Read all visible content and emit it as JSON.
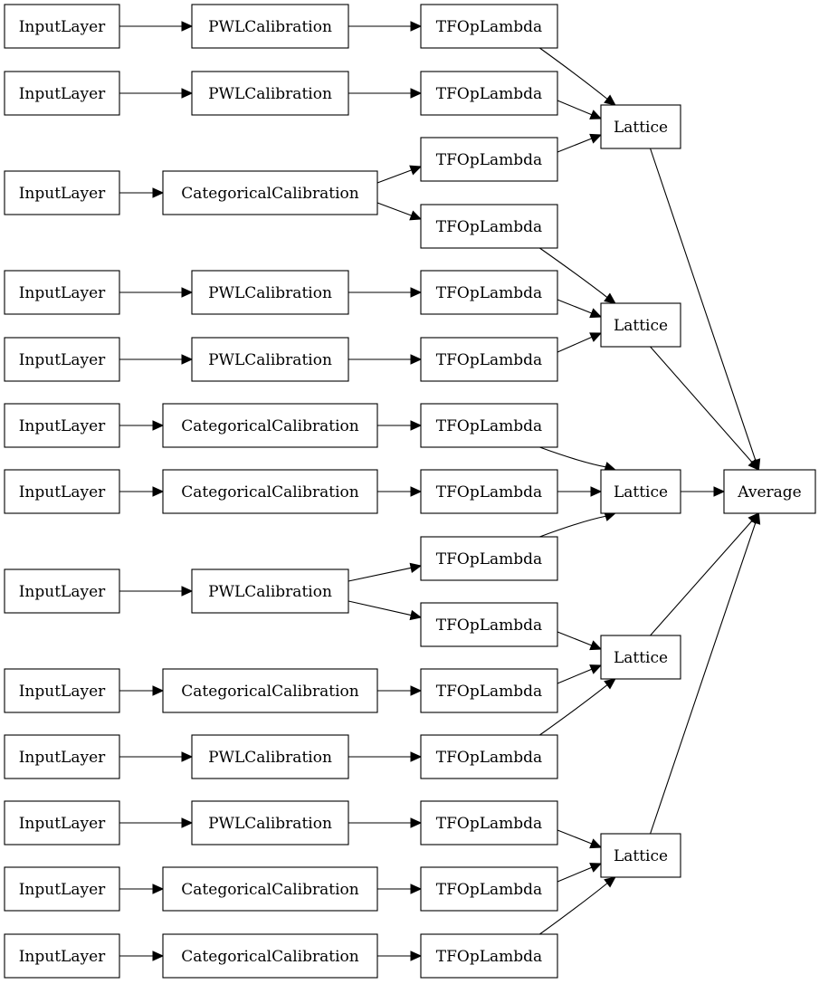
{
  "diagram": {
    "nodes": [
      {
        "id": "input_0",
        "label": "InputLayer"
      },
      {
        "id": "input_1",
        "label": "InputLayer"
      },
      {
        "id": "input_2",
        "label": "InputLayer"
      },
      {
        "id": "input_3",
        "label": "InputLayer"
      },
      {
        "id": "input_4",
        "label": "InputLayer"
      },
      {
        "id": "input_5",
        "label": "InputLayer"
      },
      {
        "id": "input_6",
        "label": "InputLayer"
      },
      {
        "id": "input_7",
        "label": "InputLayer"
      },
      {
        "id": "input_8",
        "label": "InputLayer"
      },
      {
        "id": "input_9",
        "label": "InputLayer"
      },
      {
        "id": "input_10",
        "label": "InputLayer"
      },
      {
        "id": "input_11",
        "label": "InputLayer"
      },
      {
        "id": "input_12",
        "label": "InputLayer"
      },
      {
        "id": "calib_0",
        "label": "PWLCalibration"
      },
      {
        "id": "calib_1",
        "label": "PWLCalibration"
      },
      {
        "id": "calib_2",
        "label": "CategoricalCalibration"
      },
      {
        "id": "calib_3",
        "label": "PWLCalibration"
      },
      {
        "id": "calib_4",
        "label": "PWLCalibration"
      },
      {
        "id": "calib_5",
        "label": "CategoricalCalibration"
      },
      {
        "id": "calib_6",
        "label": "CategoricalCalibration"
      },
      {
        "id": "calib_7",
        "label": "PWLCalibration"
      },
      {
        "id": "calib_8",
        "label": "CategoricalCalibration"
      },
      {
        "id": "calib_9",
        "label": "PWLCalibration"
      },
      {
        "id": "calib_10",
        "label": "PWLCalibration"
      },
      {
        "id": "calib_11",
        "label": "CategoricalCalibration"
      },
      {
        "id": "calib_12",
        "label": "CategoricalCalibration"
      },
      {
        "id": "tfop_0",
        "label": "TFOpLambda"
      },
      {
        "id": "tfop_1",
        "label": "TFOpLambda"
      },
      {
        "id": "tfop_2",
        "label": "TFOpLambda"
      },
      {
        "id": "tfop_3",
        "label": "TFOpLambda"
      },
      {
        "id": "tfop_4",
        "label": "TFOpLambda"
      },
      {
        "id": "tfop_5",
        "label": "TFOpLambda"
      },
      {
        "id": "tfop_6",
        "label": "TFOpLambda"
      },
      {
        "id": "tfop_7",
        "label": "TFOpLambda"
      },
      {
        "id": "tfop_8",
        "label": "TFOpLambda"
      },
      {
        "id": "tfop_9",
        "label": "TFOpLambda"
      },
      {
        "id": "tfop_10",
        "label": "TFOpLambda"
      },
      {
        "id": "tfop_11",
        "label": "TFOpLambda"
      },
      {
        "id": "tfop_12",
        "label": "TFOpLambda"
      },
      {
        "id": "tfop_13",
        "label": "TFOpLambda"
      },
      {
        "id": "tfop_14",
        "label": "TFOpLambda"
      },
      {
        "id": "lattice_0",
        "label": "Lattice"
      },
      {
        "id": "lattice_1",
        "label": "Lattice"
      },
      {
        "id": "lattice_2",
        "label": "Lattice"
      },
      {
        "id": "lattice_3",
        "label": "Lattice"
      },
      {
        "id": "lattice_4",
        "label": "Lattice"
      },
      {
        "id": "average",
        "label": "Average"
      }
    ],
    "edges": [
      {
        "from": "input_0",
        "to": "calib_0"
      },
      {
        "from": "input_1",
        "to": "calib_1"
      },
      {
        "from": "input_2",
        "to": "calib_2"
      },
      {
        "from": "input_3",
        "to": "calib_3"
      },
      {
        "from": "input_4",
        "to": "calib_4"
      },
      {
        "from": "input_5",
        "to": "calib_5"
      },
      {
        "from": "input_6",
        "to": "calib_6"
      },
      {
        "from": "input_7",
        "to": "calib_7"
      },
      {
        "from": "input_8",
        "to": "calib_8"
      },
      {
        "from": "input_9",
        "to": "calib_9"
      },
      {
        "from": "input_10",
        "to": "calib_10"
      },
      {
        "from": "input_11",
        "to": "calib_11"
      },
      {
        "from": "input_12",
        "to": "calib_12"
      },
      {
        "from": "calib_0",
        "to": "tfop_0"
      },
      {
        "from": "calib_1",
        "to": "tfop_1"
      },
      {
        "from": "calib_2",
        "to": "tfop_2"
      },
      {
        "from": "calib_2",
        "to": "tfop_3"
      },
      {
        "from": "calib_3",
        "to": "tfop_4"
      },
      {
        "from": "calib_4",
        "to": "tfop_5"
      },
      {
        "from": "calib_5",
        "to": "tfop_6"
      },
      {
        "from": "calib_6",
        "to": "tfop_7"
      },
      {
        "from": "calib_7",
        "to": "tfop_8"
      },
      {
        "from": "calib_7",
        "to": "tfop_9"
      },
      {
        "from": "calib_8",
        "to": "tfop_10"
      },
      {
        "from": "calib_9",
        "to": "tfop_11"
      },
      {
        "from": "calib_10",
        "to": "tfop_12"
      },
      {
        "from": "calib_11",
        "to": "tfop_13"
      },
      {
        "from": "calib_12",
        "to": "tfop_14"
      },
      {
        "from": "tfop_0",
        "to": "lattice_0"
      },
      {
        "from": "tfop_1",
        "to": "lattice_0"
      },
      {
        "from": "tfop_2",
        "to": "lattice_0"
      },
      {
        "from": "tfop_3",
        "to": "lattice_1"
      },
      {
        "from": "tfop_4",
        "to": "lattice_1"
      },
      {
        "from": "tfop_5",
        "to": "lattice_1"
      },
      {
        "from": "tfop_6",
        "to": "lattice_2"
      },
      {
        "from": "tfop_7",
        "to": "lattice_2"
      },
      {
        "from": "tfop_8",
        "to": "lattice_2"
      },
      {
        "from": "tfop_9",
        "to": "lattice_3"
      },
      {
        "from": "tfop_10",
        "to": "lattice_3"
      },
      {
        "from": "tfop_11",
        "to": "lattice_3"
      },
      {
        "from": "tfop_12",
        "to": "lattice_4"
      },
      {
        "from": "tfop_13",
        "to": "lattice_4"
      },
      {
        "from": "tfop_14",
        "to": "lattice_4"
      },
      {
        "from": "lattice_0",
        "to": "average"
      },
      {
        "from": "lattice_1",
        "to": "average"
      },
      {
        "from": "lattice_2",
        "to": "average"
      },
      {
        "from": "lattice_3",
        "to": "average"
      },
      {
        "from": "lattice_4",
        "to": "average"
      }
    ]
  }
}
